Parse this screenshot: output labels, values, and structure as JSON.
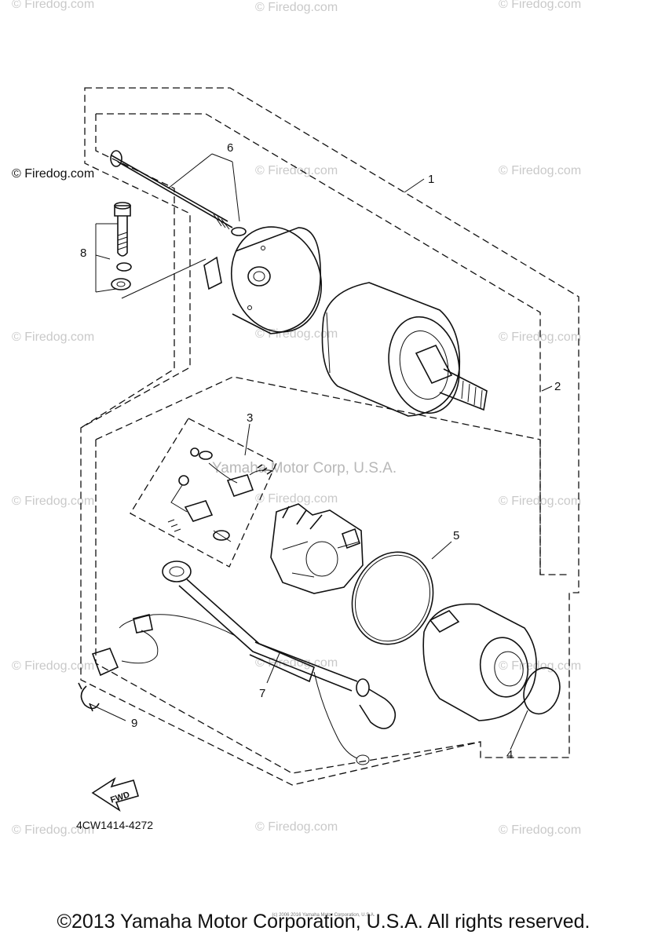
{
  "watermarks": {
    "text": "© Firedog.com",
    "center_text": "Yamaha Motor Corp, U.S.A."
  },
  "callouts": [
    "1",
    "2",
    "3",
    "4",
    "5",
    "6",
    "7",
    "8",
    "9"
  ],
  "fwd_label": "FWD",
  "diagram_code": "4CW1414-4272",
  "fine_print": "(c) 2006 2016 Yamaha Motor Corporation, U.S.A.",
  "footer": "©2013 Yamaha Motor Corporation, U.S.A. All rights reserved."
}
